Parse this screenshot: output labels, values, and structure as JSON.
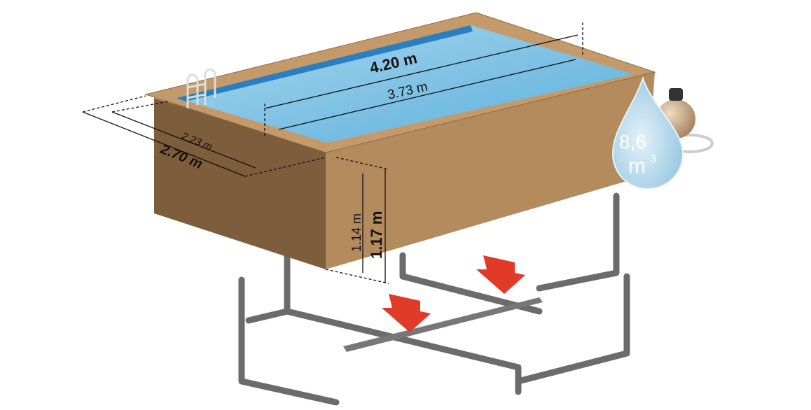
{
  "dimensions": {
    "outer_length": "4.20 m",
    "inner_length": "3.73 m",
    "inner_width": "2.23 m",
    "outer_width": "2.70 m",
    "inner_height": "1.14 m",
    "outer_height": "1.17 m"
  },
  "volume": {
    "value": "8,6",
    "unit": "m",
    "exponent": "3"
  },
  "colors": {
    "wood": "#b38b5d",
    "wood_dark": "#7d5d3b",
    "water": "#7fc3e3",
    "steel": "#6e6e6e",
    "arrow": "#e23a28",
    "drop": "#b9dcee"
  }
}
